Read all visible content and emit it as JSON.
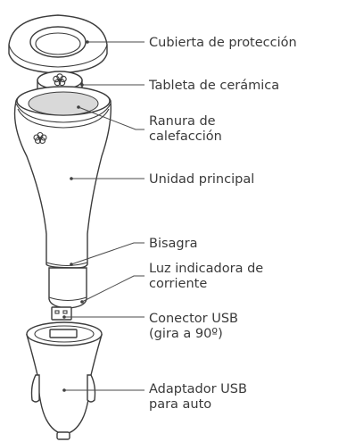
{
  "labels": {
    "cover": "Cubierta de protección",
    "tablet": "Tableta de cerámica",
    "slot_line1": "Ranura de",
    "slot_line2": "calefacción",
    "main_unit": "Unidad principal",
    "hinge": "Bisagra",
    "power_light_line1": "Luz indicadora de",
    "power_light_line2": "corriente",
    "usb_line1": "Conector USB",
    "usb_line2": "(gira a 90º)",
    "adapter_line1": "Adaptador USB",
    "adapter_line2": "para auto"
  },
  "colors": {
    "outline": "#3c3c3c",
    "heating_slot_fill": "#d9d9d9",
    "text": "#3a3a3a"
  },
  "icons": [
    "flower-icon"
  ]
}
